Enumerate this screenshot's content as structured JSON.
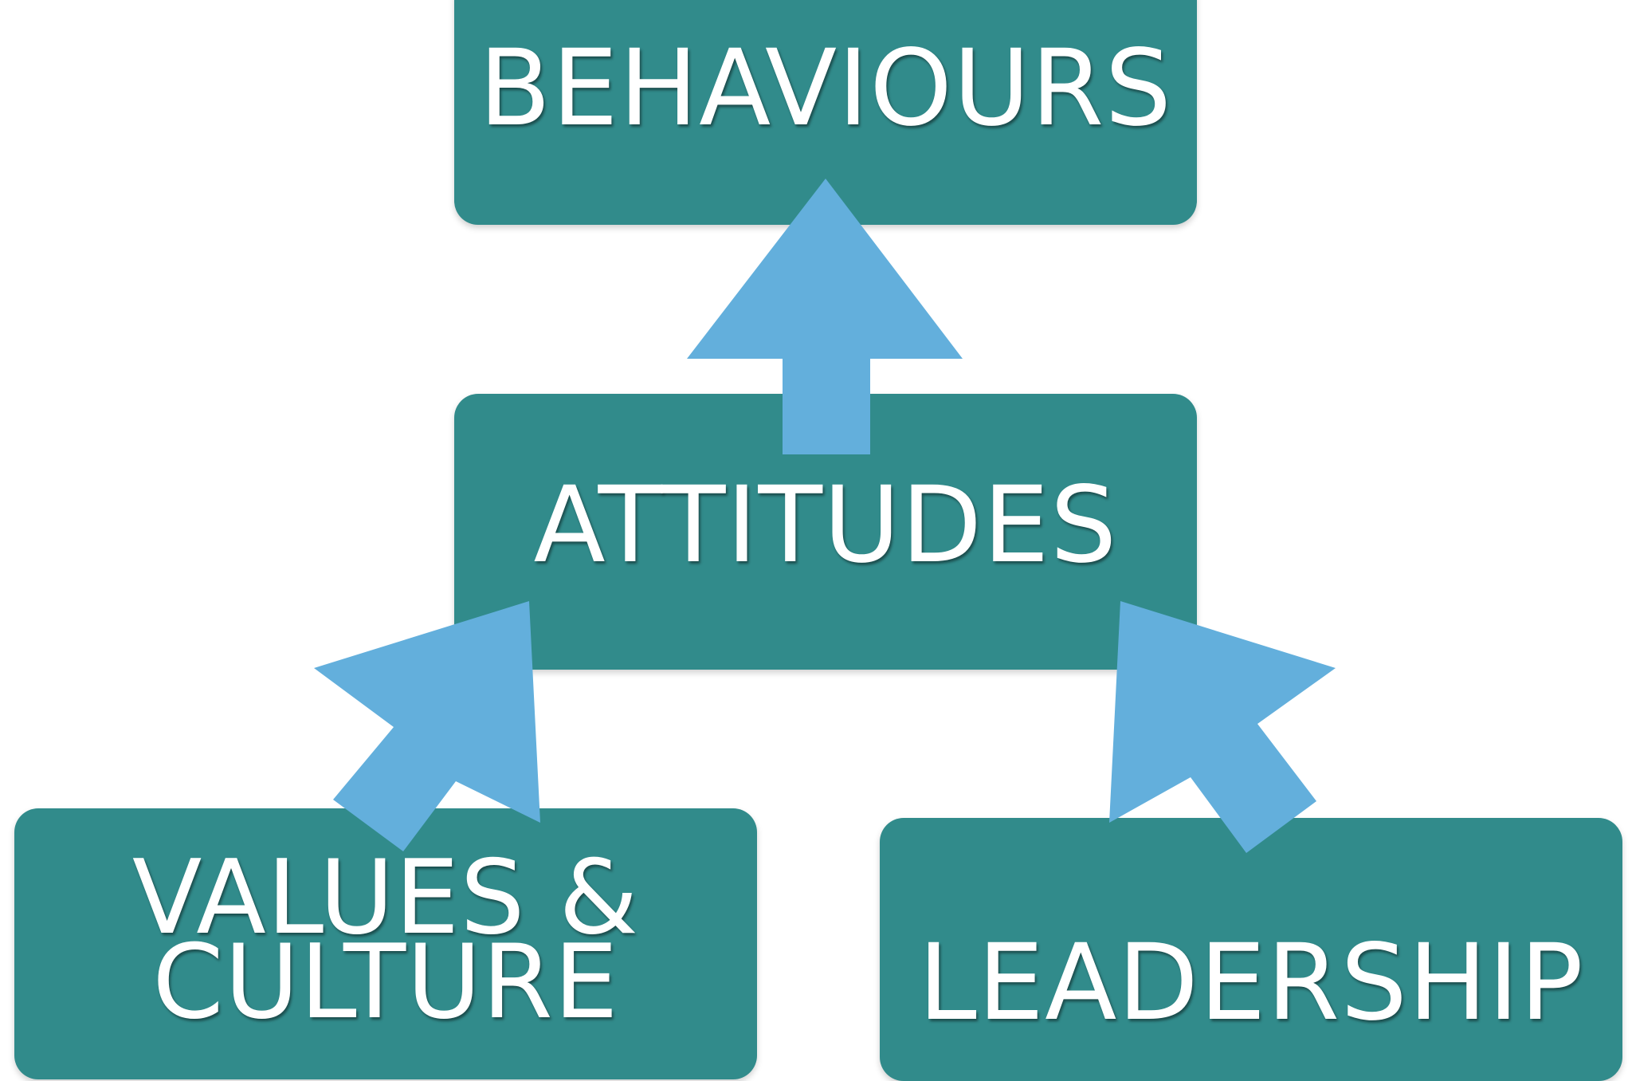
{
  "nodes": {
    "behaviours": {
      "label": "BEHAVIOURS"
    },
    "attitudes": {
      "label": "ATTITUDES"
    },
    "values_culture": {
      "label": "VALUES & CULTURE"
    },
    "leadership": {
      "label": "LEADERSHIP"
    }
  },
  "edges": [
    {
      "from": "attitudes",
      "to": "behaviours"
    },
    {
      "from": "values_culture",
      "to": "attitudes"
    },
    {
      "from": "leadership",
      "to": "attitudes"
    }
  ],
  "colors": {
    "box_fill": "#318b8b",
    "arrow_fill": "#63afdc",
    "text": "#ffffff",
    "background": "#ffffff"
  }
}
